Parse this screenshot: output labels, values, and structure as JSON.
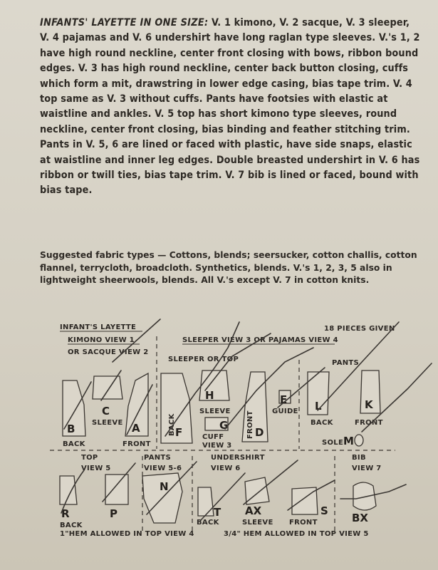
{
  "description": {
    "lead": "INFANTS' LAYETTE IN ONE SIZE:",
    "body": " V. 1 kimono, V. 2 sacque, V. 3 sleeper, V. 4 pajamas and V. 6 undershirt have long raglan type sleeves. V.'s 1, 2 have high round neckline, center front closing with bows, ribbon bound edges. V. 3 has high round neckline, center back button closing, cuffs which form a mit, drawstring in lower edge casing, bias tape trim. V. 4 top same as V. 3 without cuffs. Pants have footsies with elastic at waistline and ankles. V. 5 top has short kimono type sleeves, round neckline, center front closing, bias binding and feather stitching trim. Pants in V. 5, 6 are lined or faced with plastic, have side snaps, elastic at waistline and inner leg edges. Double breasted undershirt in V. 6 has ribbon or twill ties, bias tape trim. V. 7 bib is lined or faced, bound with bias tape."
  },
  "fabric": "Suggested fabric types — Cottons, blends; seersucker, cotton challis, cotton flannel, terrycloth, broadcloth. Synthetics, blends. V.'s 1, 2, 3, 5 also in lightweight sheerwools, blends. All V.'s except V. 7 in cotton knits.",
  "diagram": {
    "header_left_1": "INFANT'S LAYETTE",
    "header_left_2": "KIMONO VIEW 1",
    "header_left_3": "OR SACQUE VIEW 2",
    "header_mid": "SLEEPER VIEW 3 OR PAJAMAS VIEW 4",
    "header_right": "18 PIECES GIVEN",
    "sleeper_top": "SLEEPER OR TOP",
    "pants_top": "PANTS",
    "pieces": {
      "B": "B",
      "C": "C",
      "A": "A",
      "F": "F",
      "H": "H",
      "G": "G",
      "D": "D",
      "E": "E",
      "L": "L",
      "K": "K",
      "M": "M",
      "R": "R",
      "P": "P",
      "N": "N",
      "T": "T",
      "AX": "AX",
      "S": "S",
      "BX": "BX"
    },
    "labels": {
      "back_b": "BACK",
      "sleeve_c": "SLEEVE",
      "front_a": "FRONT",
      "back_f": "BACK",
      "sleeve_h": "SLEEVE",
      "cuff": "CUFF",
      "view3": "VIEW 3",
      "front_d": "FRONT",
      "guide": "GUIDE",
      "back_l": "BACK",
      "front_k": "FRONT",
      "sole": "SOLE",
      "top": "TOP",
      "view5": "VIEW 5",
      "pants": "PANTS",
      "view56": "VIEW 5-6",
      "undershirt": "UNDERSHIRT",
      "view6": "VIEW 6",
      "bib": "BIB",
      "view7": "VIEW 7",
      "back_r": "BACK",
      "back_t": "BACK",
      "sleeve_ax": "SLEEVE",
      "front_s": "FRONT"
    },
    "footer_left": "1\"HEM ALLOWED IN TOP VIEW 4",
    "footer_right": "3/4\" HEM ALLOWED IN TOP VIEW 5"
  }
}
